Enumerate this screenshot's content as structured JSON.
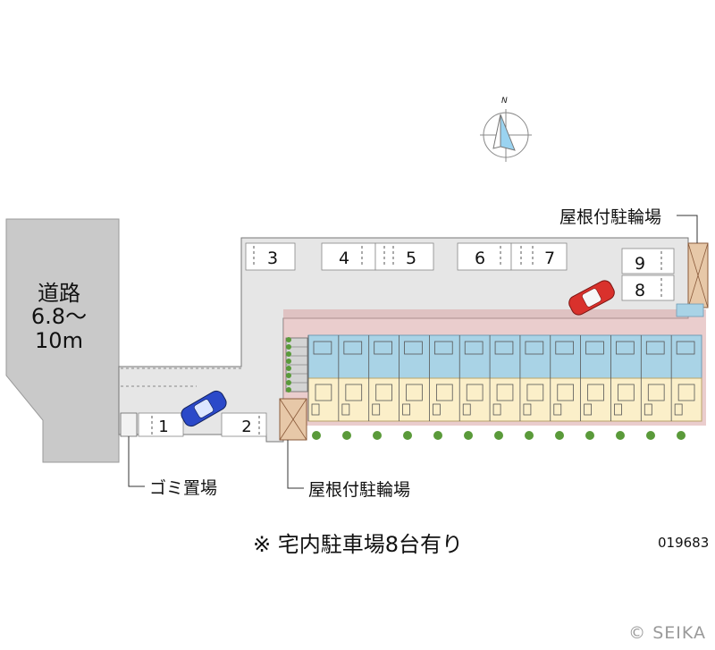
{
  "compass": {
    "north_label": "N"
  },
  "road": {
    "label_line1": "道路",
    "label_line2": "6.8～",
    "label_line3": "10m"
  },
  "parking_spaces": [
    "1",
    "2",
    "3",
    "4",
    "5",
    "6",
    "7",
    "8",
    "9"
  ],
  "labels": {
    "garbage": "ゴミ置場",
    "bike_shelter_left": "屋根付駐輪場",
    "bike_shelter_right": "屋根付駐輪場"
  },
  "note": "※ 宅内駐車場8台有り",
  "property_code": "019683",
  "copyright": "© SEIKA",
  "colors": {
    "road": "#c9c9c9",
    "lot": "#e6e6e6",
    "building_roof": "#a9d3e6",
    "building_rooms": "#fbefc9",
    "building_outline": "#d8a4a4",
    "car_red": "#d9312c",
    "car_blue": "#2b49c9",
    "bike_shelter": "#e7c8a8"
  }
}
